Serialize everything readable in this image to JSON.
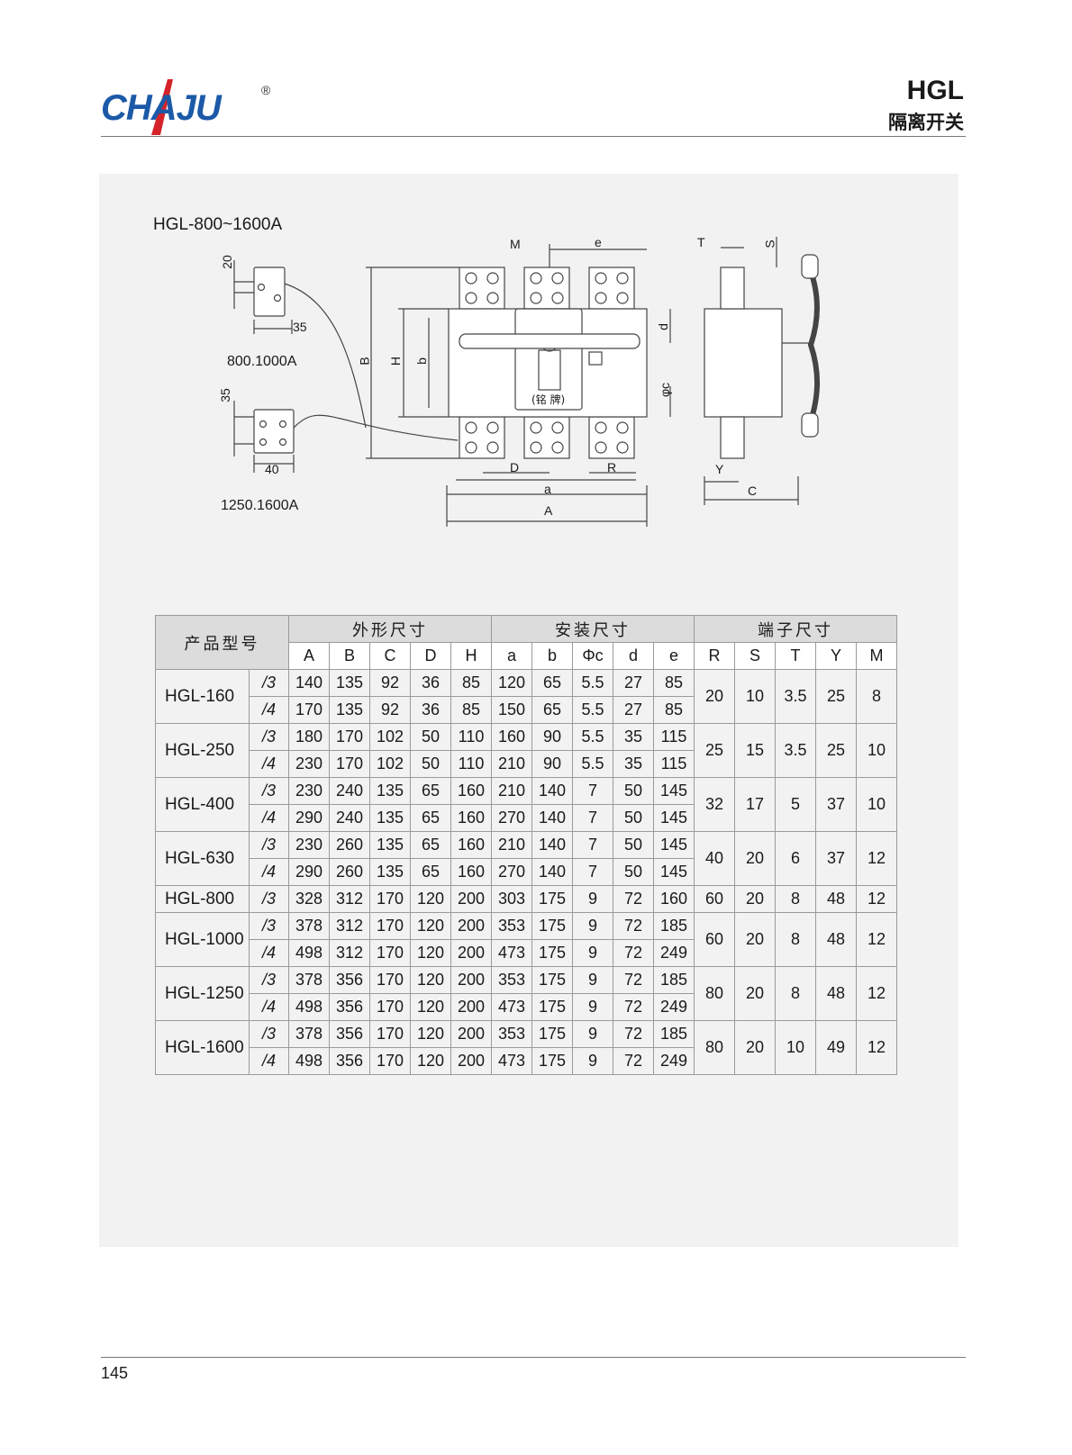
{
  "brand": {
    "logo": "CHAJU",
    "reg": "®"
  },
  "header": {
    "model": "HGL",
    "subtitle": "隔离开关"
  },
  "diagram": {
    "title": "HGL-800~1600A",
    "terminal_small_label": "800.1000A",
    "terminal_large_label": "1250.1600A",
    "small_dims": [
      "20",
      "35"
    ],
    "large_dims": [
      "35",
      "40"
    ],
    "front_labels": [
      "M",
      "e",
      "B",
      "H",
      "b",
      "d",
      "φc",
      "D",
      "R",
      "a",
      "A"
    ],
    "front_mark": "(铭 牌)",
    "side_labels": [
      "T",
      "S",
      "Y",
      "C"
    ]
  },
  "table": {
    "h_model": "产品型号",
    "h_groups": [
      "外形尺寸",
      "安装尺寸",
      "端子尺寸"
    ],
    "cols": [
      "A",
      "B",
      "C",
      "D",
      "H",
      "a",
      "b",
      "Φc",
      "d",
      "e",
      "R",
      "S",
      "T",
      "Y",
      "M"
    ],
    "groups": [
      {
        "model": "HGL-160",
        "rows": [
          {
            "v": "/3",
            "vals": [
              "140",
              "135",
              "92",
              "36",
              "85",
              "120",
              "65",
              "5.5",
              "27",
              "85"
            ]
          },
          {
            "v": "/4",
            "vals": [
              "170",
              "135",
              "92",
              "36",
              "85",
              "150",
              "65",
              "5.5",
              "27",
              "85"
            ]
          }
        ],
        "term": [
          "20",
          "10",
          "3.5",
          "25",
          "8"
        ]
      },
      {
        "model": "HGL-250",
        "rows": [
          {
            "v": "/3",
            "vals": [
              "180",
              "170",
              "102",
              "50",
              "110",
              "160",
              "90",
              "5.5",
              "35",
              "115"
            ]
          },
          {
            "v": "/4",
            "vals": [
              "230",
              "170",
              "102",
              "50",
              "110",
              "210",
              "90",
              "5.5",
              "35",
              "115"
            ]
          }
        ],
        "term": [
          "25",
          "15",
          "3.5",
          "25",
          "10"
        ]
      },
      {
        "model": "HGL-400",
        "rows": [
          {
            "v": "/3",
            "vals": [
              "230",
              "240",
              "135",
              "65",
              "160",
              "210",
              "140",
              "7",
              "50",
              "145"
            ]
          },
          {
            "v": "/4",
            "vals": [
              "290",
              "240",
              "135",
              "65",
              "160",
              "270",
              "140",
              "7",
              "50",
              "145"
            ]
          }
        ],
        "term": [
          "32",
          "17",
          "5",
          "37",
          "10"
        ]
      },
      {
        "model": "HGL-630",
        "rows": [
          {
            "v": "/3",
            "vals": [
              "230",
              "260",
              "135",
              "65",
              "160",
              "210",
              "140",
              "7",
              "50",
              "145"
            ]
          },
          {
            "v": "/4",
            "vals": [
              "290",
              "260",
              "135",
              "65",
              "160",
              "270",
              "140",
              "7",
              "50",
              "145"
            ]
          }
        ],
        "term": [
          "40",
          "20",
          "6",
          "37",
          "12"
        ]
      },
      {
        "model": "HGL-800",
        "rows": [
          {
            "v": "/3",
            "vals": [
              "328",
              "312",
              "170",
              "120",
              "200",
              "303",
              "175",
              "9",
              "72",
              "160"
            ]
          }
        ],
        "term": [
          "60",
          "20",
          "8",
          "48",
          "12"
        ]
      },
      {
        "model": "HGL-1000",
        "rows": [
          {
            "v": "/3",
            "vals": [
              "378",
              "312",
              "170",
              "120",
              "200",
              "353",
              "175",
              "9",
              "72",
              "185"
            ]
          },
          {
            "v": "/4",
            "vals": [
              "498",
              "312",
              "170",
              "120",
              "200",
              "473",
              "175",
              "9",
              "72",
              "249"
            ]
          }
        ],
        "term": [
          "60",
          "20",
          "8",
          "48",
          "12"
        ]
      },
      {
        "model": "HGL-1250",
        "rows": [
          {
            "v": "/3",
            "vals": [
              "378",
              "356",
              "170",
              "120",
              "200",
              "353",
              "175",
              "9",
              "72",
              "185"
            ]
          },
          {
            "v": "/4",
            "vals": [
              "498",
              "356",
              "170",
              "120",
              "200",
              "473",
              "175",
              "9",
              "72",
              "249"
            ]
          }
        ],
        "term": [
          "80",
          "20",
          "8",
          "48",
          "12"
        ]
      },
      {
        "model": "HGL-1600",
        "rows": [
          {
            "v": "/3",
            "vals": [
              "378",
              "356",
              "170",
              "120",
              "200",
              "353",
              "175",
              "9",
              "72",
              "185"
            ]
          },
          {
            "v": "/4",
            "vals": [
              "498",
              "356",
              "170",
              "120",
              "200",
              "473",
              "175",
              "9",
              "72",
              "249"
            ]
          }
        ],
        "term": [
          "80",
          "20",
          "10",
          "49",
          "12"
        ]
      }
    ]
  },
  "footer": {
    "page": "145"
  }
}
